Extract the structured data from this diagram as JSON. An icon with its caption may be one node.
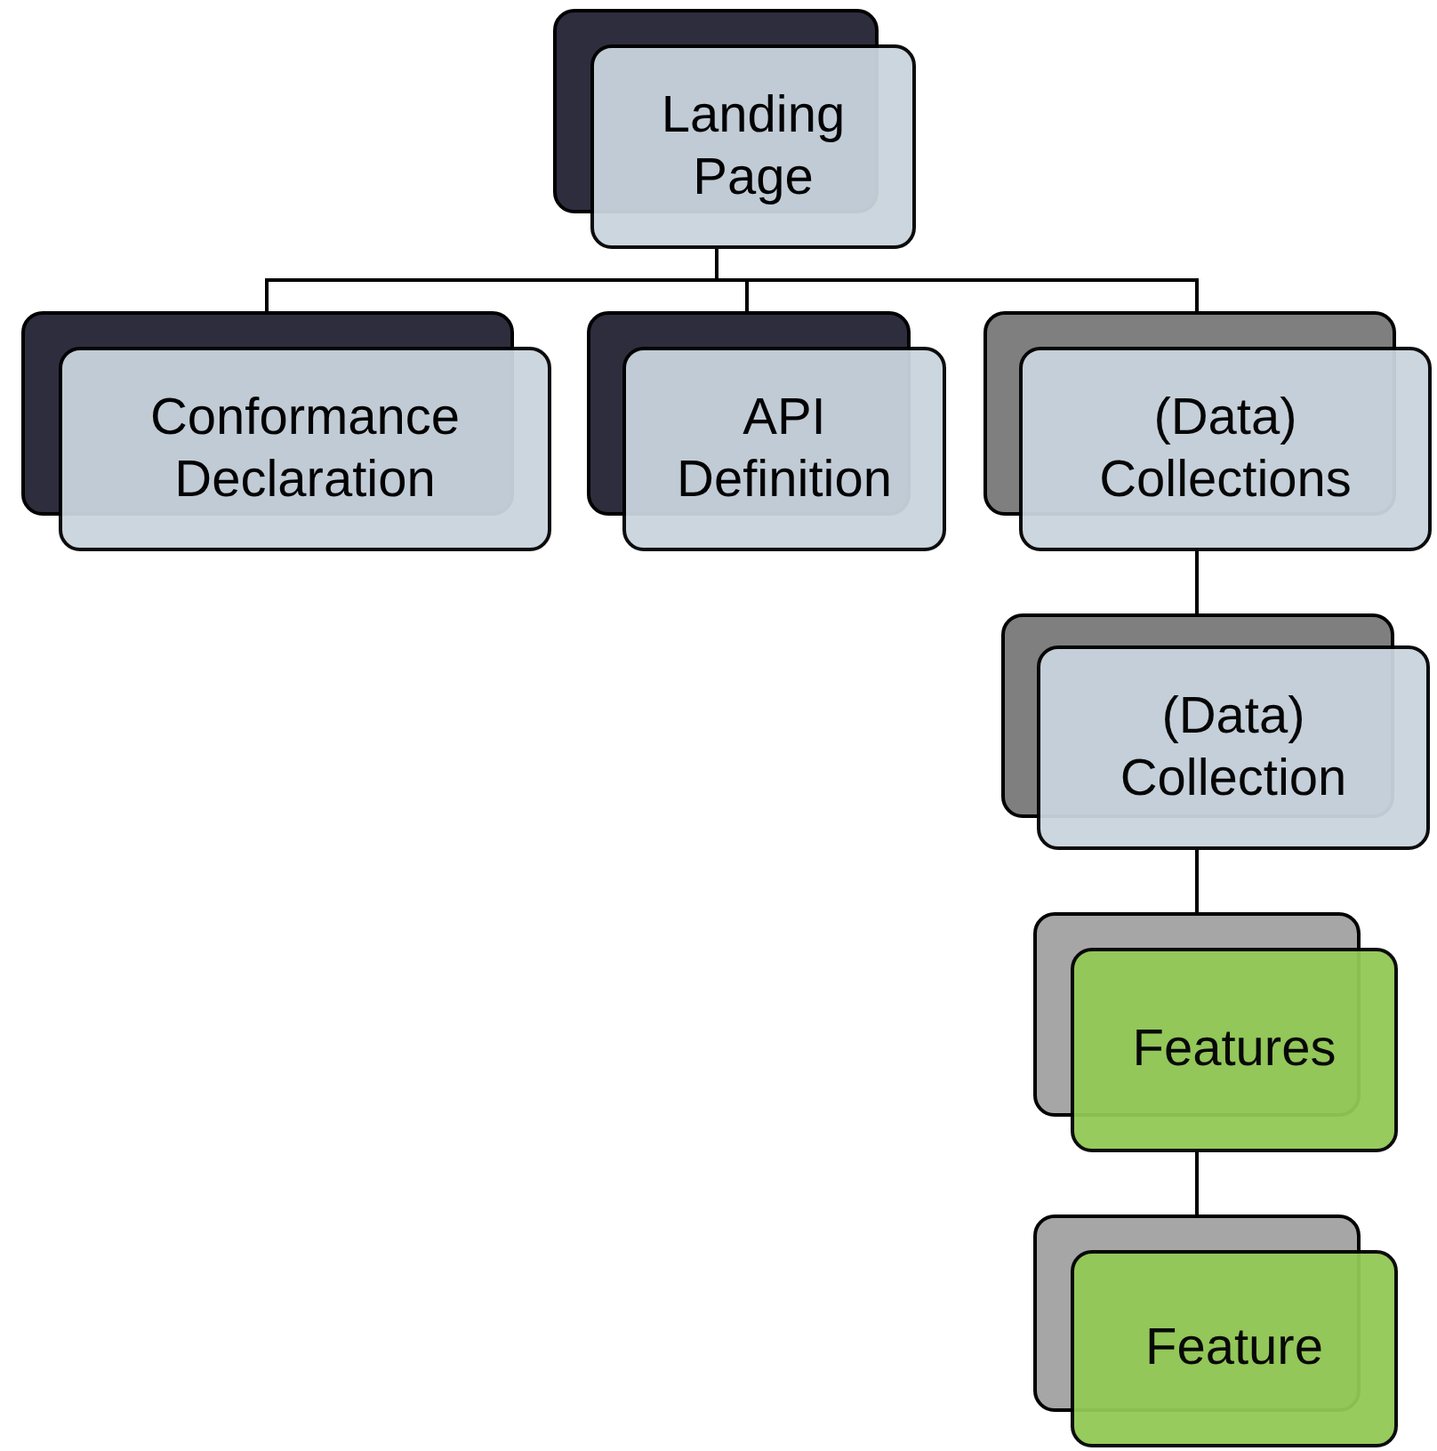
{
  "diagram": {
    "nodes": [
      {
        "text": [
          "Landing Page"
        ]
      },
      {
        "text": [
          "Conformance Declaration"
        ]
      },
      {
        "text": [
          "API Definition"
        ]
      },
      {
        "text": [
          "(Data) Collections"
        ]
      },
      {
        "text": [
          "(Data) Collection"
        ]
      },
      {
        "text": [
          "Features"
        ]
      },
      {
        "text": [
          "Feature"
        ]
      }
    ],
    "edges": [
      {
        "from": 0,
        "to": 1,
        "arrow": "none"
      },
      {
        "from": 0,
        "to": 2,
        "arrow": "none"
      },
      {
        "from": 0,
        "to": 3,
        "arrow": "none"
      },
      {
        "from": 3,
        "to": 4,
        "arrow": "none"
      },
      {
        "from": 4,
        "to": 5,
        "arrow": "none"
      },
      {
        "from": 5,
        "to": 6,
        "arrow": "none"
      }
    ]
  }
}
